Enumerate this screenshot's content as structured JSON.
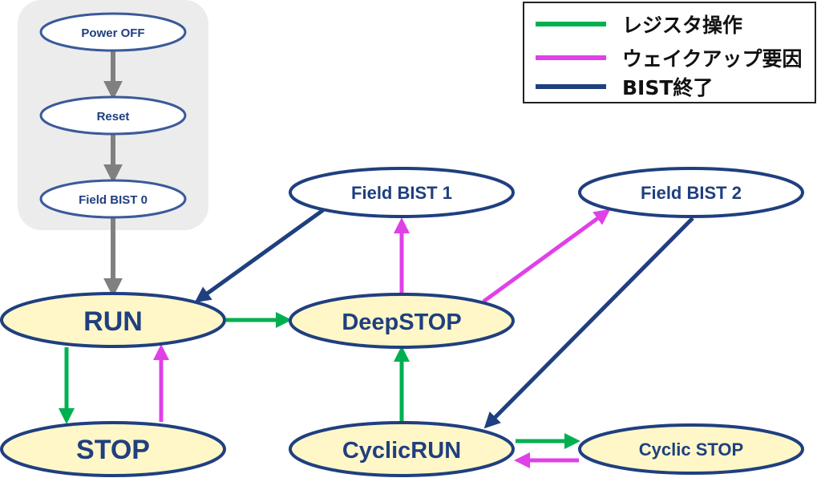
{
  "colors": {
    "register_op": "#00b050",
    "wakeup": "#e040e8",
    "bist_end": "#1f3f7f",
    "init": "#808080",
    "node_fill_main": "#fff7c8",
    "node_fill_plain": "#ffffff",
    "node_stroke": "#1f3f7f",
    "init_group_bg": "#ececec"
  },
  "legend": {
    "items": [
      {
        "label": "レジスタ操作",
        "color_key": "register_op"
      },
      {
        "label": "ウェイクアップ要因",
        "color_key": "wakeup"
      },
      {
        "label": "BIST終了",
        "color_key": "bist_end"
      }
    ]
  },
  "nodes": {
    "power_off": "Power OFF",
    "reset": "Reset",
    "field_bist_0": "Field BIST 0",
    "run": "RUN",
    "stop": "STOP",
    "field_bist_1": "Field BIST 1",
    "field_bist_2": "Field BIST 2",
    "deepstop": "DeepSTOP",
    "cyclicrun": "CyclicRUN",
    "cyclic_stop": "Cyclic STOP"
  },
  "edges": [
    {
      "from": "power_off",
      "to": "reset",
      "type": "init"
    },
    {
      "from": "reset",
      "to": "field_bist_0",
      "type": "init"
    },
    {
      "from": "field_bist_0",
      "to": "run",
      "type": "init"
    },
    {
      "from": "run",
      "to": "stop",
      "type": "register_op"
    },
    {
      "from": "stop",
      "to": "run",
      "type": "wakeup"
    },
    {
      "from": "run",
      "to": "deepstop",
      "type": "register_op"
    },
    {
      "from": "deepstop",
      "to": "field_bist_1",
      "type": "wakeup"
    },
    {
      "from": "deepstop",
      "to": "field_bist_2",
      "type": "wakeup"
    },
    {
      "from": "field_bist_1",
      "to": "run",
      "type": "bist_end"
    },
    {
      "from": "field_bist_2",
      "to": "cyclicrun",
      "type": "bist_end"
    },
    {
      "from": "cyclicrun",
      "to": "deepstop",
      "type": "register_op"
    },
    {
      "from": "cyclicrun",
      "to": "cyclic_stop",
      "type": "register_op"
    },
    {
      "from": "cyclic_stop",
      "to": "cyclicrun",
      "type": "wakeup"
    }
  ]
}
